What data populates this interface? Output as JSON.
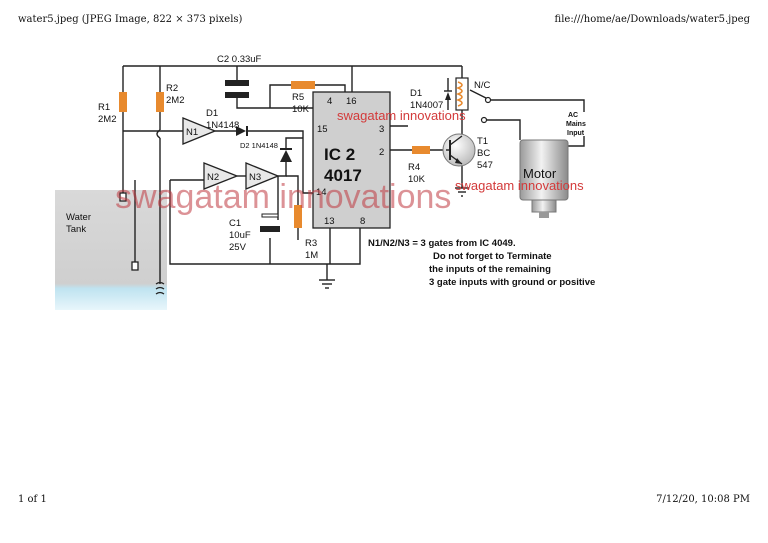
{
  "header": {
    "left": "water5.jpeg (JPEG Image, 822 × 373 pixels)",
    "right": "file:///home/ae/Downloads/water5.jpeg"
  },
  "footer": {
    "left": "1 of 1",
    "right": "7/12/20, 10:08 PM"
  },
  "diagram": {
    "c2_label": "C2 0.33uF",
    "r1_name": "R1",
    "r1_value": "2M2",
    "r2_name": "R2",
    "r2_value": "2M2",
    "d1_name": "D1",
    "d1_value": "1N4148",
    "d2_label": "D2 1N4148",
    "r5_name": "R5",
    "r5_value": "10K",
    "ic_name": "IC 2",
    "ic_part": "4017",
    "pin_4": "4",
    "pin_16": "16",
    "pin_15": "15",
    "pin_3": "3",
    "pin_2": "2",
    "pin_14": "14",
    "pin_13": "13",
    "pin_8": "8",
    "n1": "N1",
    "n2": "N2",
    "n3": "N3",
    "relay_d1_name": "D1",
    "relay_d1_value": "1N4007",
    "nc_label": "N/C",
    "ac_label_1": "AC",
    "ac_label_2": "Mains",
    "ac_label_3": "Input",
    "t1_name": "T1",
    "t1_type": "BC",
    "t1_value": "547",
    "r4_name": "R4",
    "r4_value": "10K",
    "motor_label": "Motor",
    "c1_name": "C1",
    "c1_value": "10uF",
    "c1_voltage": "25V",
    "r3_name": "R3",
    "r3_value": "1M",
    "tank_label_1": "Water",
    "tank_label_2": "Tank",
    "note_1": "N1/N2/N3 = 3 gates from IC 4049.",
    "note_2": "Do not forget to Terminate",
    "note_3": "the inputs of the remaining",
    "note_4": "3 gate inputs with ground or positive",
    "watermark_big": "swagatam innovations",
    "watermark_small": "swagatam innovations"
  },
  "colors": {
    "resistor": "#e88a2e",
    "wire": "#222222",
    "watermark": "#c0393f",
    "water": "#c9e6f0",
    "tank": "#d6d6d6"
  }
}
